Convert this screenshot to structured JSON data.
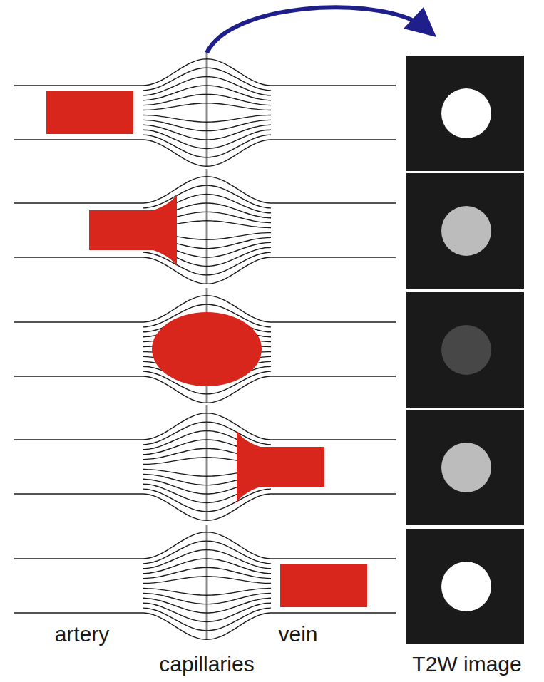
{
  "diagram": {
    "labels": [
      "artery",
      "capillaries",
      "vein",
      "T2W image"
    ]
  }
}
